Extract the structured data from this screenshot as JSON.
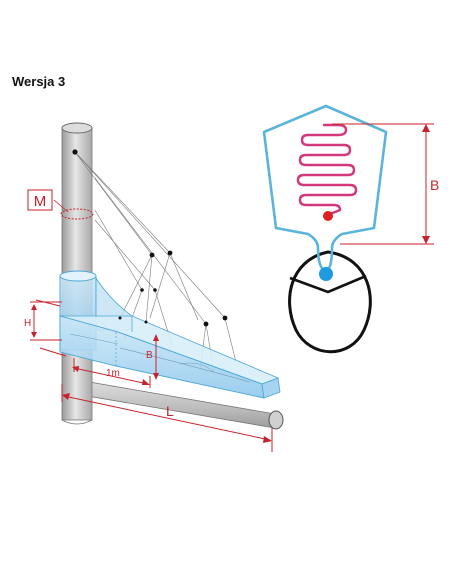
{
  "header": {
    "title": "Wersja 3"
  },
  "labels": {
    "m": "M",
    "h": "H",
    "b_small": "B",
    "one_m": "1m",
    "l": "L",
    "b_right": "B"
  },
  "colors": {
    "dimension": "#c8232c",
    "cage": "#5ab4dc",
    "water": "#b6dcf2",
    "coil": "#d2387a",
    "red_dot": "#e02020",
    "blue_dot": "#1e9be0",
    "pipe": "#c8c8c8",
    "outline": "#111111"
  }
}
